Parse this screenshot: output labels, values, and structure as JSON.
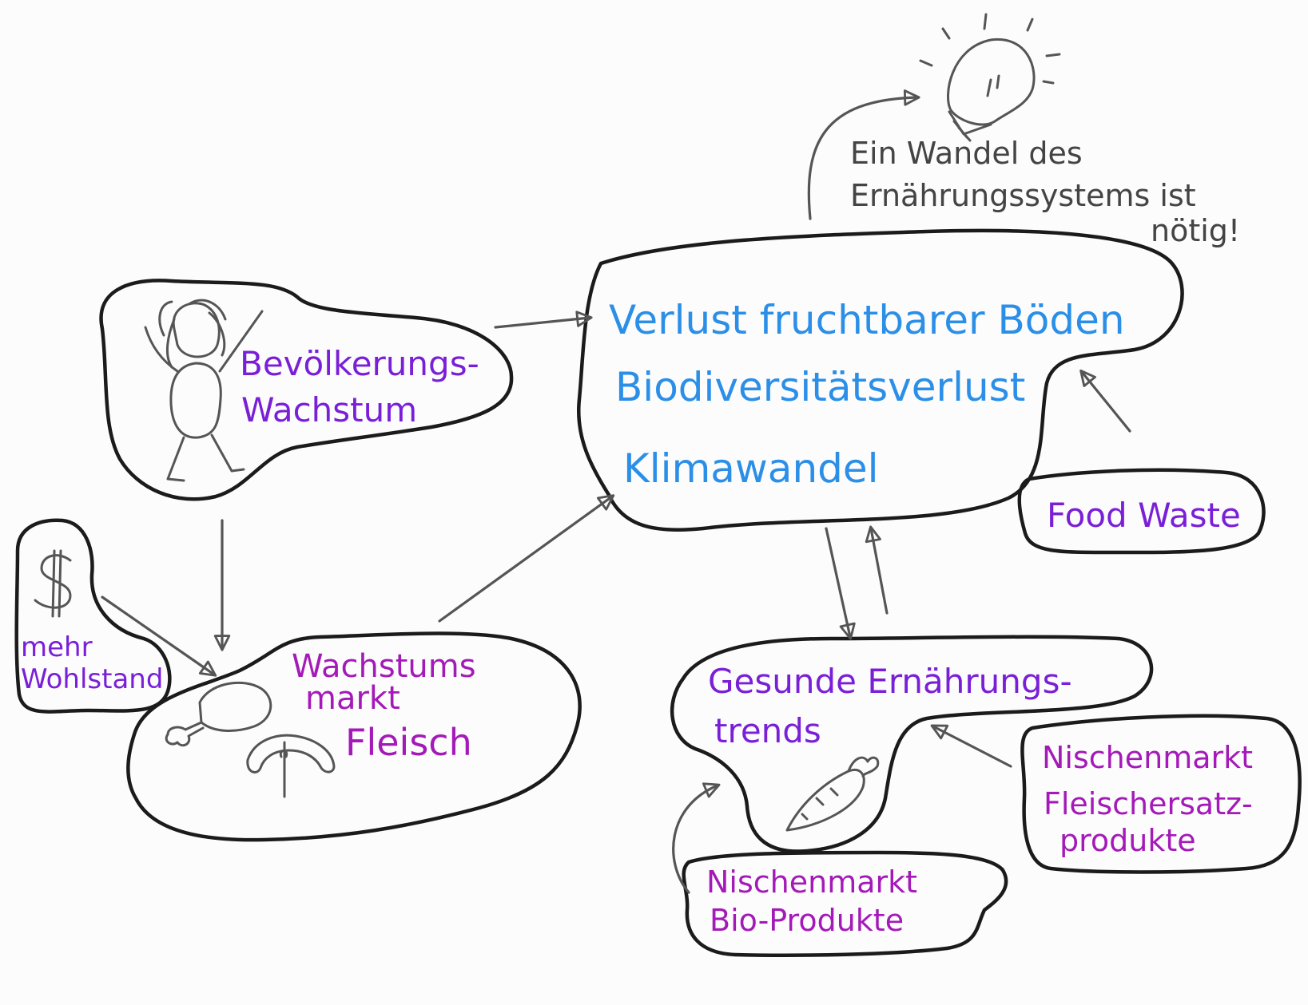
{
  "colors": {
    "outline": "#1b1b1b",
    "arrow": "#555555",
    "blue_text": "#2b8fe8",
    "purple_text": "#7a1fd8",
    "magenta_text": "#a41ab8",
    "gray_text": "#444444",
    "background": "#fcfcfc"
  },
  "nodes": {
    "bevoelkerung": {
      "line1": "Bevölkerungs-",
      "line2": "Wachstum",
      "icon": "person-arms-raised-icon"
    },
    "verlust": {
      "line1": "Verlust fruchtbarer Böden",
      "line2": "Biodiversitätsverlust",
      "line3": "Klimawandel"
    },
    "wohlstand": {
      "line1": "mehr",
      "line2": "Wohlstand",
      "icon": "dollar-icon"
    },
    "fleisch": {
      "line1": "Wachstums",
      "line2": "markt",
      "line3": "Fleisch",
      "icons": [
        "drumstick-icon",
        "sausage-icon"
      ]
    },
    "food_waste": {
      "line1": "Food Waste"
    },
    "gesund": {
      "line1": "Gesunde Ernährungs-",
      "line2": "trends",
      "icon": "carrot-icon"
    },
    "nische_fleisch": {
      "line1": "Nischenmarkt",
      "line2": "Fleischersatz-",
      "line3": "produkte"
    },
    "nische_bio": {
      "line1": "Nischenmarkt",
      "line2": "Bio-Produkte"
    }
  },
  "conclusion": {
    "line1": "Ein Wandel des",
    "line2": "Ernährungssystems ist",
    "line3": "nötig!",
    "icon": "lightbulb-icon"
  },
  "edges": [
    {
      "from": "Bevölkerungs-Wachstum",
      "to": "Verlust fruchtbarer Böden"
    },
    {
      "from": "Bevölkerungs-Wachstum",
      "to": "Wachstumsmarkt Fleisch"
    },
    {
      "from": "mehr Wohlstand",
      "to": "Wachstumsmarkt Fleisch"
    },
    {
      "from": "Wachstumsmarkt Fleisch",
      "to": "Verlust fruchtbarer Böden"
    },
    {
      "from": "Food Waste",
      "to": "Verlust fruchtbarer Böden"
    },
    {
      "from": "Verlust fruchtbarer Böden",
      "to": "Gesunde Ernährungstrends"
    },
    {
      "from": "Gesunde Ernährungstrends",
      "to": "Verlust fruchtbarer Böden"
    },
    {
      "from": "Nischenmarkt Fleischersatzprodukte",
      "to": "Gesunde Ernährungstrends"
    },
    {
      "from": "Nischenmarkt Bio-Produkte",
      "to": "Gesunde Ernährungstrends"
    },
    {
      "from": "Verlust fruchtbarer Böden",
      "to": "Ein Wandel des Ernährungssystems ist nötig!"
    }
  ]
}
